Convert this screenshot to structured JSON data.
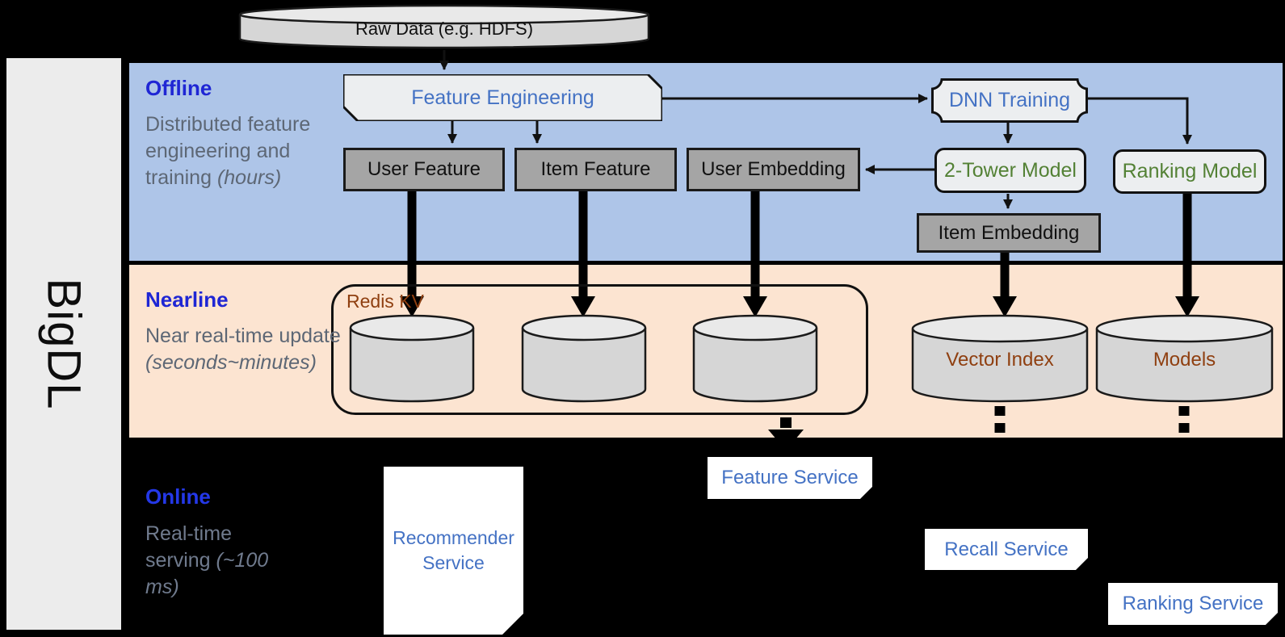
{
  "brand": {
    "name": "BigDL"
  },
  "data_source": {
    "label": "Raw Data (e.g. HDFS)"
  },
  "sections": {
    "offline": {
      "title": "Offline",
      "description": "Distributed feature engineering and training",
      "time_note": "(hours)"
    },
    "nearline": {
      "title": "Nearline",
      "description": "Near real-time update",
      "time_note": "(seconds~minutes)"
    },
    "online": {
      "title": "Online",
      "description": "Real-time serving",
      "time_note": "(~100 ms)"
    }
  },
  "nodes": {
    "feature_engineering": "Feature Engineering",
    "dnn_training": "DNN Training",
    "user_feature": "User Feature",
    "item_feature": "Item Feature",
    "user_embedding": "User Embedding",
    "two_tower_model": "2-Tower Model",
    "ranking_model": "Ranking Model",
    "item_embedding": "Item Embedding",
    "redis_kv": "Redis KV",
    "vector_index": "Vector Index",
    "models": "Models",
    "recommender_service": "Recommender Service",
    "feature_service": "Feature Service",
    "recall_service": "Recall Service",
    "ranking_service": "Ranking Service"
  },
  "colors": {
    "background": "#000000",
    "offline_band": "#aec5e8",
    "nearline_band": "#fce4d1",
    "sidebar": "#ececec",
    "section_title": "#1f26d4",
    "section_description": "#5d6775",
    "process_text": "#4472c4",
    "model_text": "#538135",
    "storage_text": "#8f3f10",
    "service_text": "#4472c4",
    "box_gray": "#a5a5a5",
    "shape_light": "#eceef0"
  }
}
